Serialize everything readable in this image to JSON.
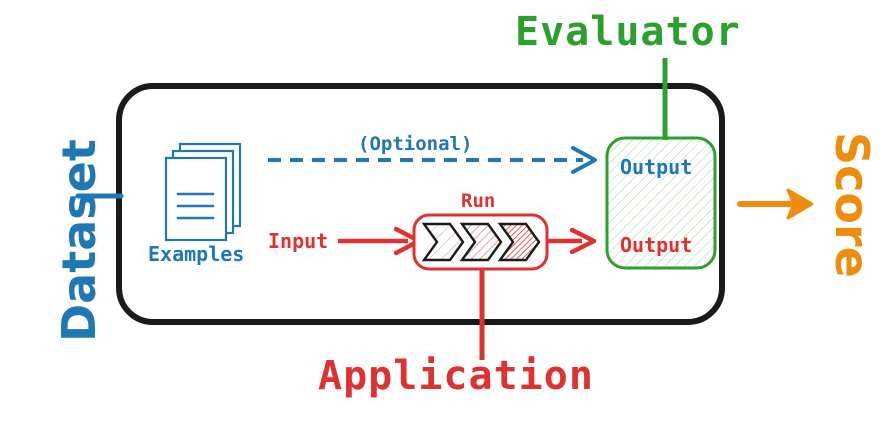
{
  "diagram": {
    "title": "Evaluation pipeline diagram",
    "colors": {
      "dataset_blue": "#1f77b4",
      "application_red": "#e03131",
      "evaluator_green": "#2ca02c",
      "score_orange": "#ee8c0b",
      "outline_black": "#1a1a1a",
      "background": "#ffffff"
    },
    "labels": {
      "dataset": "Dataset",
      "score": "Score",
      "evaluator": "Evaluator",
      "application": "Application",
      "examples": "Examples",
      "optional": "(Optional)",
      "input": "Input",
      "run": "Run",
      "output_top": "Output",
      "output_bottom": "Output"
    },
    "nodes": [
      {
        "id": "outer-container",
        "shape": "rounded-rect",
        "label": "",
        "stroke": "#1a1a1a"
      },
      {
        "id": "examples-stack",
        "shape": "document-stack",
        "label": "Examples",
        "stroke": "#1f77b4",
        "sheets": 3,
        "text_lines": 3
      },
      {
        "id": "run-box",
        "shape": "rounded-rect",
        "label": "Run",
        "stroke": "#e03131",
        "chevrons": 3
      },
      {
        "id": "evaluator-box",
        "shape": "rounded-rect",
        "label": "",
        "stroke": "#2ca02c",
        "fill": "hatched",
        "contents": [
          "Output",
          "Output"
        ]
      }
    ],
    "edges": [
      {
        "id": "dataset-connector",
        "from": "Dataset",
        "to": "outer-container",
        "style": "solid",
        "color": "#1f77b4",
        "arrow": false
      },
      {
        "id": "optional-edge",
        "from": "Examples",
        "to": "evaluator-box",
        "label": "(Optional)",
        "style": "dashed",
        "color": "#1f77b4",
        "arrow": true
      },
      {
        "id": "input-edge",
        "from": "Input",
        "to": "run-box",
        "label": "Input",
        "style": "solid",
        "color": "#e03131",
        "arrow": true
      },
      {
        "id": "run-output-edge",
        "from": "run-box",
        "to": "evaluator-box",
        "style": "solid",
        "color": "#e03131",
        "arrow": true
      },
      {
        "id": "evaluator-connector",
        "from": "Evaluator",
        "to": "evaluator-box",
        "style": "solid",
        "color": "#2ca02c",
        "arrow": false
      },
      {
        "id": "application-connector",
        "from": "Application",
        "to": "run-box",
        "style": "solid",
        "color": "#e03131",
        "arrow": false
      },
      {
        "id": "score-edge",
        "from": "outer-container",
        "to": "Score",
        "style": "solid",
        "color": "#ee8c0b",
        "arrow": true
      }
    ]
  }
}
